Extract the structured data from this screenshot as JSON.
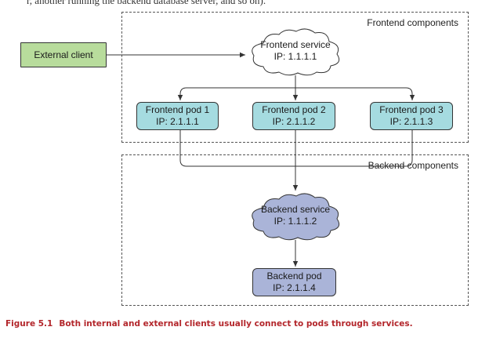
{
  "page_fragment": "r, another running the backend database server, and so on).",
  "groups": {
    "frontend_title": "Frontend components",
    "backend_title": "Backend components"
  },
  "external_client": "External client",
  "frontend_service": {
    "name": "Frontend service",
    "ip": "IP: 1.1.1.1"
  },
  "frontend_pods": [
    {
      "name": "Frontend pod 1",
      "ip": "IP: 2.1.1.1"
    },
    {
      "name": "Frontend pod 2",
      "ip": "IP: 2.1.1.2"
    },
    {
      "name": "Frontend pod 3",
      "ip": "IP: 2.1.1.3"
    }
  ],
  "backend_service": {
    "name": "Backend service",
    "ip": "IP: 1.1.1.2"
  },
  "backend_pod": {
    "name": "Backend pod",
    "ip": "IP: 2.1.1.4"
  },
  "caption": {
    "label": "Figure 5.1",
    "text": "Both internal and external clients usually connect to pods through services."
  },
  "colors": {
    "client": "#b8dc9c",
    "frontend_pod": "#a5dbe0",
    "backend": "#aab4d8",
    "cloud_frontend": "#ffffff",
    "caption": "#b3262b"
  }
}
